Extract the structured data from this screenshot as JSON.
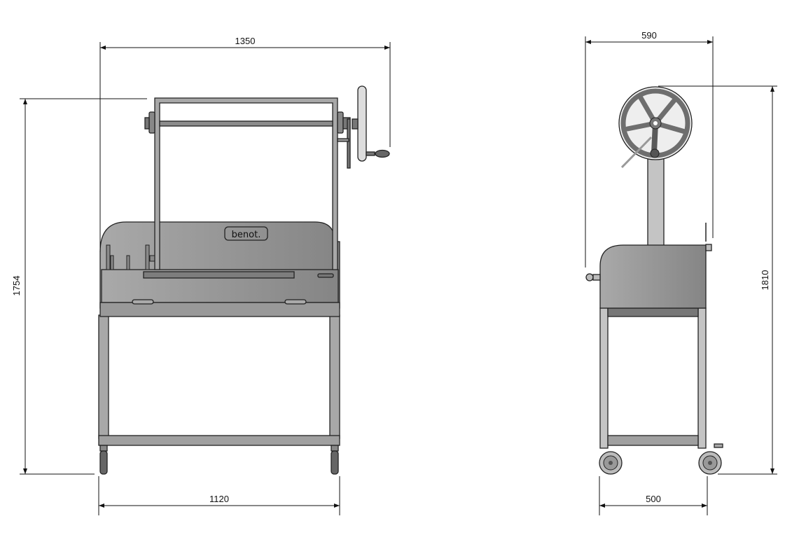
{
  "front_view": {
    "logo_text": "benot.",
    "dimensions": {
      "overall_width": "1350",
      "height": "1754",
      "frame_width": "1120"
    }
  },
  "side_view": {
    "dimensions": {
      "overall_depth": "590",
      "height": "1810",
      "frame_depth": "500"
    }
  },
  "colors": {
    "body": "#9a9a9a",
    "frame": "#a8a8a8",
    "dark": "#6e6e6e",
    "line": "#111111"
  }
}
